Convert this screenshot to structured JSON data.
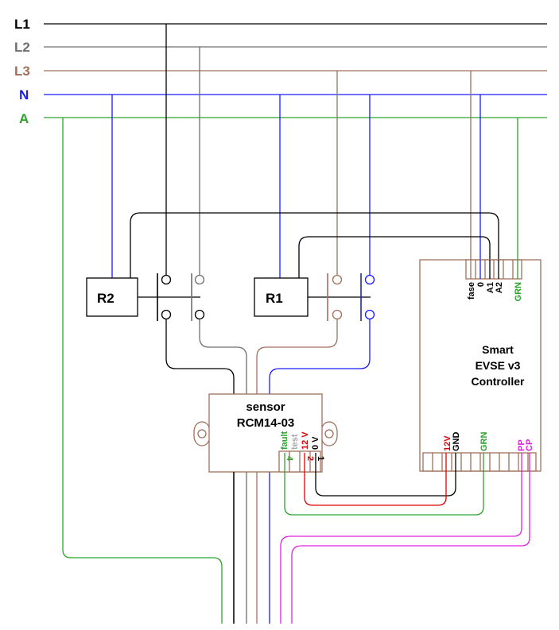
{
  "colors": {
    "L1": "#000000",
    "L2": "#6e6e6e",
    "L3": "#a0705a",
    "N": "#1a1aff",
    "A": "#2ba32b",
    "magenta": "#e020e0",
    "red": "#e00000",
    "gray_text": "#a8a8a8",
    "box_outline": "#a0705a"
  },
  "buses": [
    {
      "id": "L1",
      "label": "L1",
      "color": "#000000"
    },
    {
      "id": "L2",
      "label": "L2",
      "color": "#6e6e6e"
    },
    {
      "id": "L3",
      "label": "L3",
      "color": "#a0705a"
    },
    {
      "id": "N",
      "label": "N",
      "color": "#1a1aff"
    },
    {
      "id": "A",
      "label": "A",
      "color": "#2ba32b"
    }
  ],
  "relays": {
    "r2": {
      "label": "R2"
    },
    "r1": {
      "label": "R1"
    }
  },
  "sensor": {
    "line1": "sensor",
    "line2": "RCM14-03",
    "pins": [
      {
        "label": "fault",
        "color": "#2ba32b",
        "num": "4",
        "num_color": "#2ba32b"
      },
      {
        "label": "test",
        "color": "#a8a8a8",
        "num": "",
        "num_color": "#000000"
      },
      {
        "label": "12 V",
        "color": "#e00000",
        "num": "2",
        "num_color": "#e00000"
      },
      {
        "label": "0 V",
        "color": "#000000",
        "num": "1",
        "num_color": "#000000"
      }
    ]
  },
  "controller": {
    "line1": "Smart",
    "line2": "EVSE v3",
    "line3": "Controller",
    "top_pins": [
      {
        "label": "fase",
        "color": "#000000"
      },
      {
        "label": "0",
        "color": "#000000"
      },
      {
        "label": "A1",
        "color": "#000000"
      },
      {
        "label": "A2",
        "color": "#000000"
      },
      {
        "label": "GRN",
        "color": "#2ba32b"
      }
    ],
    "bottom_pins": [
      {
        "label": "12V",
        "color": "#e00000"
      },
      {
        "label": "GND",
        "color": "#000000"
      },
      {
        "label": "GRN",
        "color": "#2ba32b"
      },
      {
        "label": "PP",
        "color": "#e020e0"
      },
      {
        "label": "CP",
        "color": "#e020e0"
      }
    ]
  }
}
